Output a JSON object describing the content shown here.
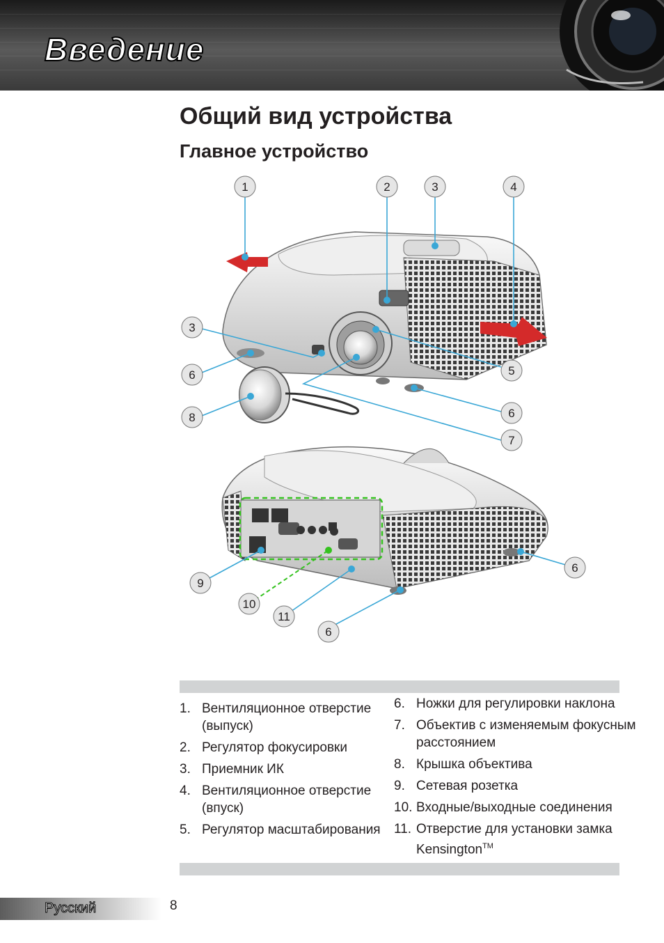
{
  "header": {
    "title": "Введение"
  },
  "section_title": "Общий вид устройства",
  "subsection_title": "Главное устройство",
  "figure": {
    "callouts_top": [
      "1",
      "2",
      "3",
      "4",
      "3",
      "6",
      "8",
      "5",
      "6",
      "7"
    ],
    "callouts_bottom": [
      "6",
      "9",
      "10",
      "11",
      "6"
    ]
  },
  "legend": {
    "left": [
      {
        "num": "1.",
        "text": "Вентиляционное отверстие (выпуск)"
      },
      {
        "num": "2.",
        "text": "Регулятор фокусировки"
      },
      {
        "num": "3.",
        "text": "Приемник ИК"
      },
      {
        "num": "4.",
        "text": "Вентиляционное отверстие (впуск)"
      },
      {
        "num": "5.",
        "text": "Регулятор масштабирования"
      }
    ],
    "right": [
      {
        "num": "6.",
        "text": "Ножки для регулировки наклона"
      },
      {
        "num": "7.",
        "text": "Объектив с изменяемым фокусным расстоянием"
      },
      {
        "num": "8.",
        "text": "Крышка объектива"
      },
      {
        "num": "9.",
        "text": "Сетевая розетка"
      },
      {
        "num": "10.",
        "text": "Входные/выходные соединения"
      },
      {
        "num": "11.",
        "text": "Отверстие для установки замка Kensington",
        "sup": "TM"
      }
    ]
  },
  "footer": {
    "language": "Русский",
    "page_number": "8"
  }
}
